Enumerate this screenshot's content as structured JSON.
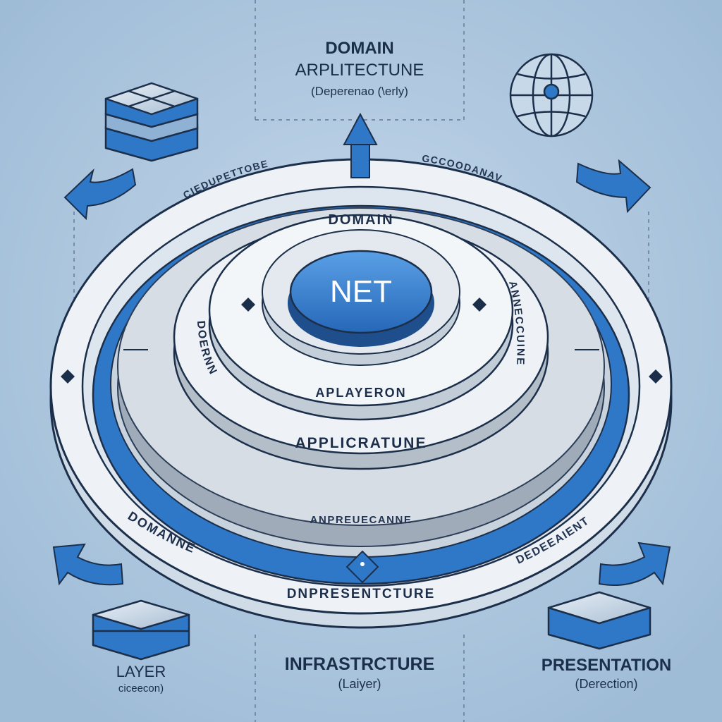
{
  "header": {
    "title_line1": "DOMAIN",
    "title_line2": "ARPLITECTUNE",
    "subtitle": "(Deperenao (\\erly)"
  },
  "core": {
    "label": "NET"
  },
  "rings": {
    "outer_top_left": "CIEDUPETTOBE",
    "outer_top_right": "GCCOODANAV",
    "inner_top": "DOMAIN",
    "inner_left": "DOERNN",
    "inner_right": "ANNECCUINE",
    "inner_bottom": "APLAYERON",
    "middle_bottom": "APPLICRATUNE",
    "base_bottom": "ANPREUECANNE",
    "outer_bottom_left": "DOMANNE",
    "outer_bottom": "DNPRESENTCTURE",
    "outer_bottom_right": "DEDEEAIENT"
  },
  "footer": {
    "left_title": "LAYER",
    "left_subtitle": "ciceecon)",
    "center_title": "INFRASTRCTURE",
    "center_subtitle": "(Laiyer)",
    "right_title": "PRESENTATION",
    "right_subtitle": "(Derection)"
  },
  "icons": [
    "stacked-layers-icon",
    "globe-icon",
    "server-block-icon",
    "box-icon",
    "curved-arrow-icon"
  ],
  "colors": {
    "background": "#a9c4dd",
    "accent_blue": "#2f78c8",
    "dark_navy": "#1c2f4a",
    "ring_white": "#eef2f6"
  }
}
